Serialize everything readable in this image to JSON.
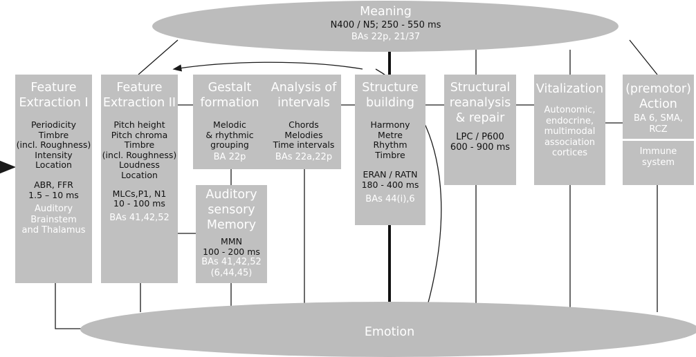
{
  "meaning": {
    "title": "Meaning",
    "latency": "N400 / N5; 250 - 550 ms",
    "areas": "BAs 22p, 21/37"
  },
  "emotion": {
    "title": "Emotion"
  },
  "boxes": {
    "feature1": {
      "title": [
        "Feature",
        "Extraction I"
      ],
      "items": [
        "Periodicity",
        "Timbre",
        "(incl. Roughness)",
        "Intensity",
        "Location"
      ],
      "latency": [
        "ABR, FFR",
        "1.5 – 10 ms"
      ],
      "areas": [
        "Auditory",
        "Brainstem",
        "and Thalamus"
      ]
    },
    "feature2": {
      "title": [
        "Feature",
        "Extraction II"
      ],
      "items": [
        "Pitch height",
        "Pitch chroma",
        "Timbre",
        "(incl. Roughness)",
        "Loudness",
        "Location"
      ],
      "latency": [
        "MLCs,P1, N1",
        "10 - 100 ms"
      ],
      "areas": "BAs 41,42,52"
    },
    "gestalt": {
      "title": [
        "Gestalt",
        "formation"
      ],
      "items": [
        "Melodic",
        "& rhythmic",
        "grouping"
      ],
      "areas": "BA 22p"
    },
    "intervals": {
      "title": [
        "Analysis of",
        "intervals"
      ],
      "items": [
        "Chords",
        "Melodies",
        "Time intervals"
      ],
      "areas": "BAs 22a,22p"
    },
    "memory": {
      "title": [
        "Auditory",
        "sensory",
        "Memory"
      ],
      "latency": [
        "MMN",
        "100 - 200 ms"
      ],
      "areas": [
        "BAs 41,42,52",
        "(6,44,45)"
      ]
    },
    "structure": {
      "title": [
        "Structure",
        "building"
      ],
      "items": [
        "Harmony",
        "Metre",
        "Rhythm",
        "Timbre"
      ],
      "latency": [
        "ERAN / RATN",
        "180 - 400 ms"
      ],
      "areas": "BAs 44(i),6"
    },
    "reanalysis": {
      "title": [
        "Structural",
        "reanalysis",
        "& repair"
      ],
      "latency": [
        "LPC / P600",
        "600 - 900 ms"
      ]
    },
    "vitalization": {
      "title": [
        "Vitalization"
      ],
      "areas": [
        "Autonomic,",
        "endocrine,",
        "multimodal",
        "association",
        "cortices"
      ]
    },
    "action": {
      "title": [
        "(premotor)",
        "Action"
      ],
      "areas": [
        "BA 6, SMA,",
        "RCZ"
      ],
      "extra": [
        "Immune",
        "system"
      ]
    }
  },
  "colors": {
    "box": "#c0c0c0",
    "ellipse": "#bcbcbc",
    "text_on_grey": "#ffffff",
    "body_text": "#111111",
    "line": "#1a1a1a"
  }
}
